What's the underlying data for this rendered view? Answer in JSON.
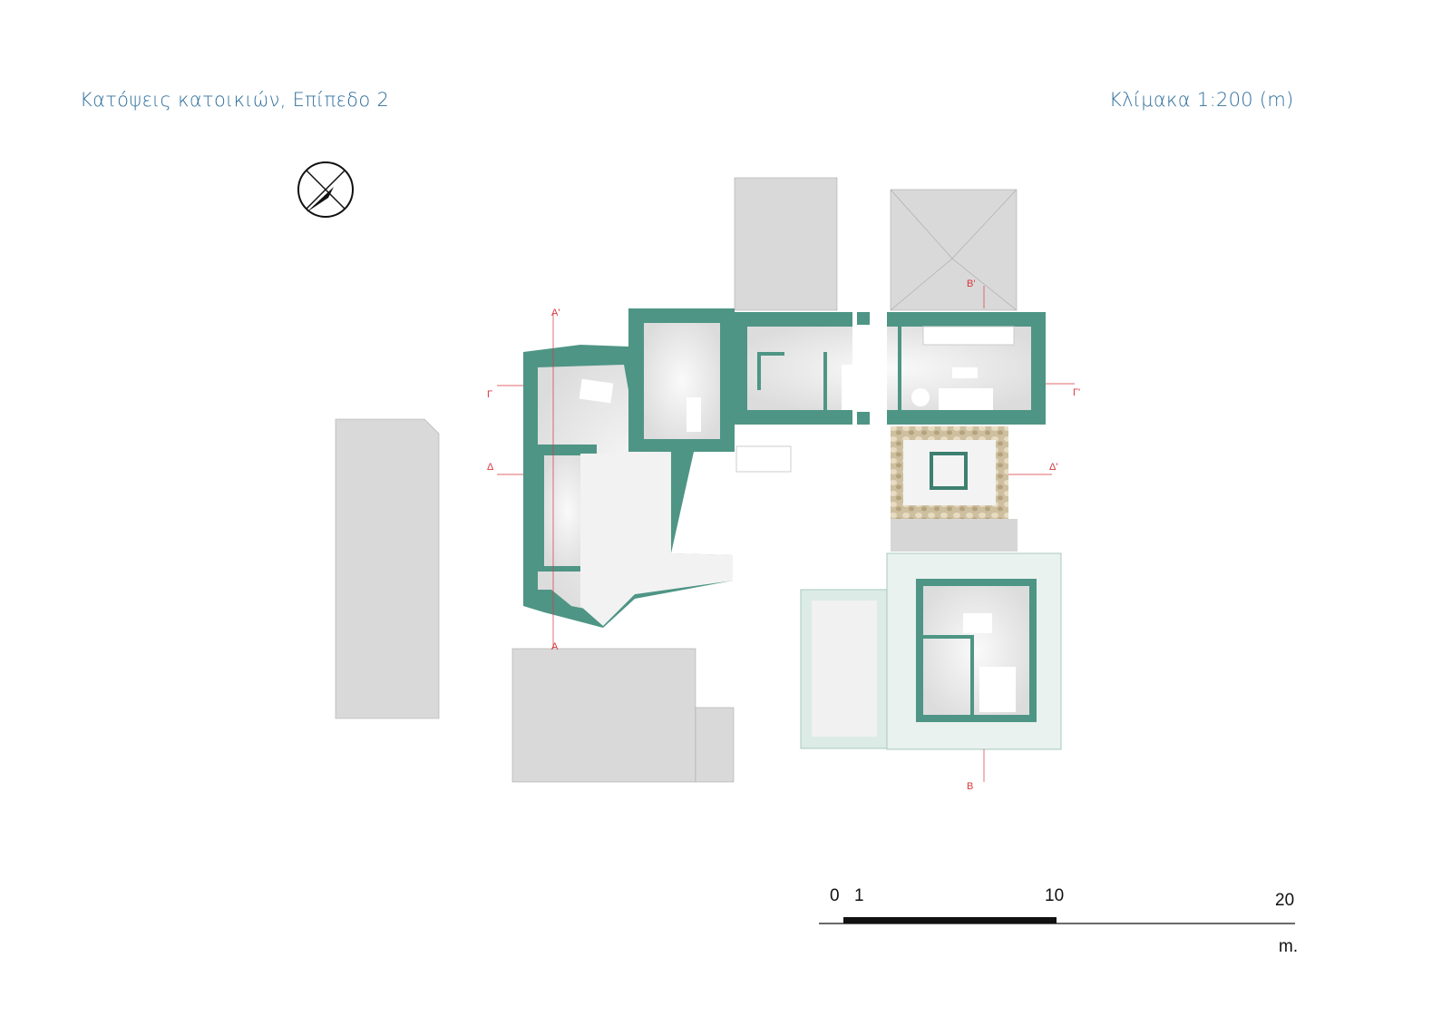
{
  "header": {
    "title": "Κατόψεις κατοικιών, Επίπεδο 2",
    "scale": "Κλίμακα 1:200 (m)"
  },
  "section_marks": {
    "a_top": "A'",
    "a_bottom": "A",
    "b_top": "B'",
    "b_bottom": "B",
    "g_left": "Γ",
    "g_right": "Γ'",
    "d_left": "Δ",
    "d_right": "Δ'"
  },
  "scale_bar": {
    "ticks": [
      "0",
      "1",
      "10",
      "20"
    ],
    "unit": "m."
  },
  "colors": {
    "wall": "#4e9585",
    "title": "#2f6f9c",
    "section": "#d9363e",
    "neighbor": "#d9d9d9"
  }
}
